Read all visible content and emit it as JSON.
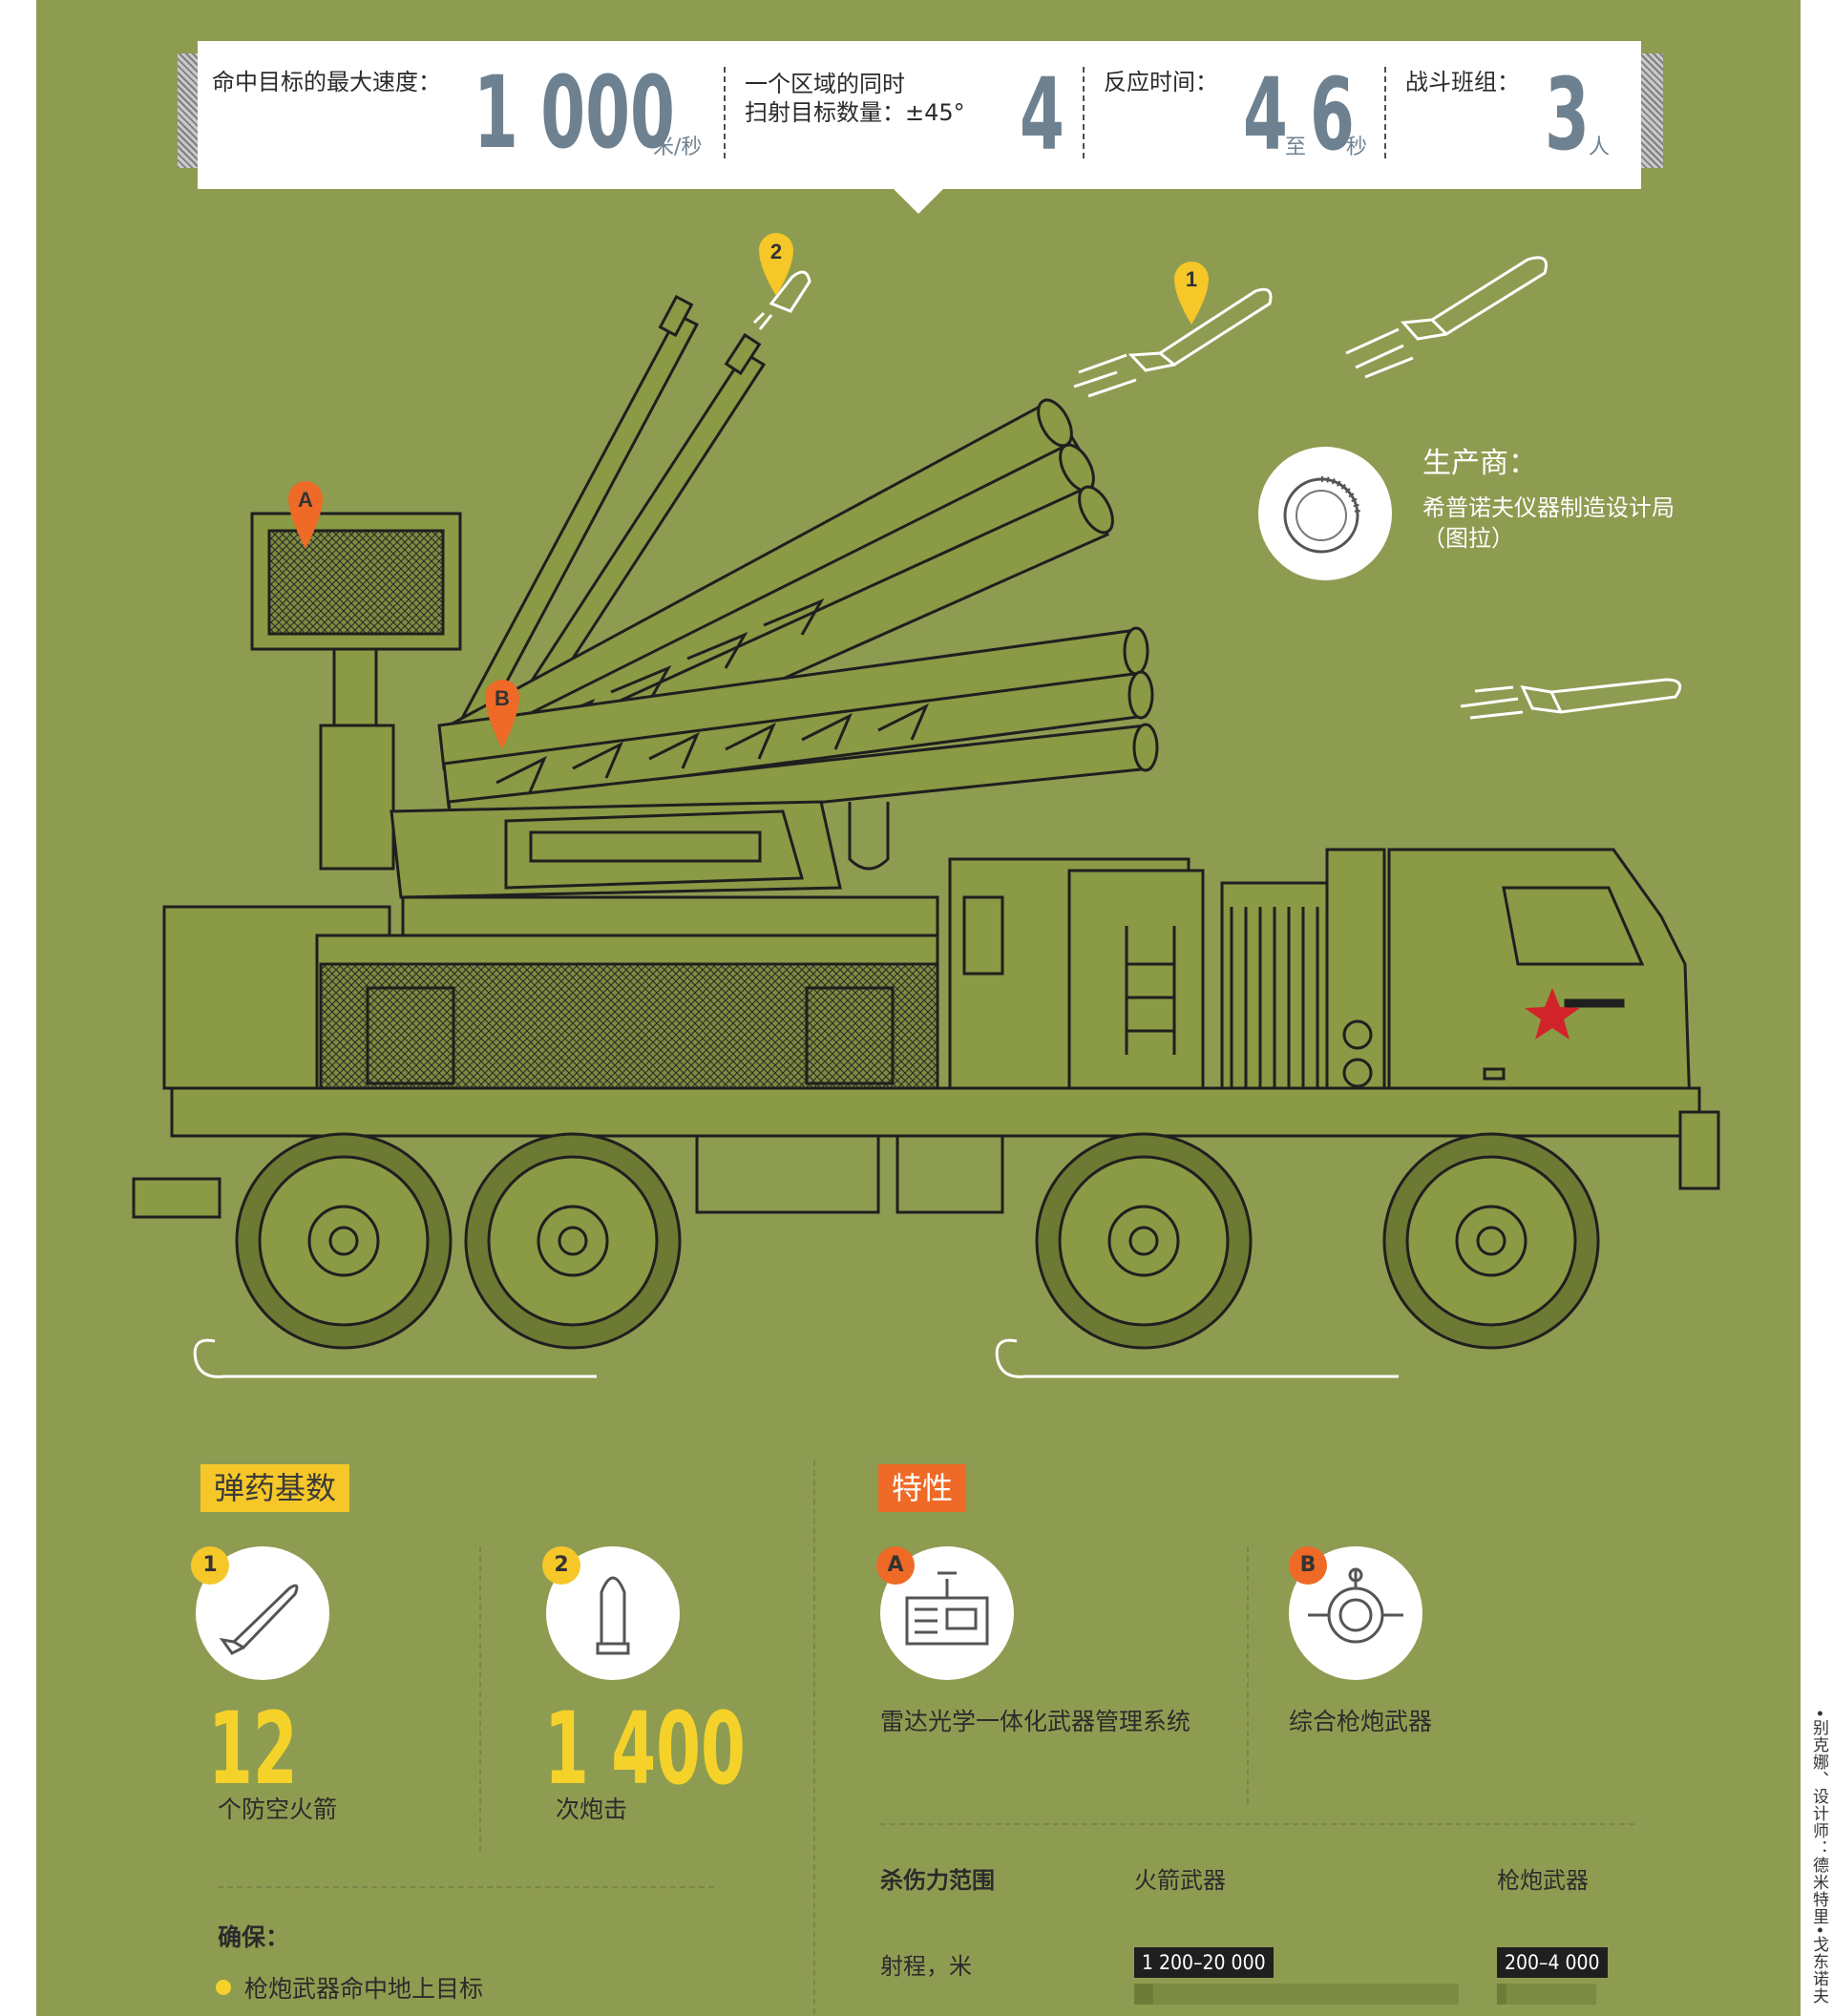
{
  "stats": {
    "speed_label": "命中目标的最大速度：",
    "speed_value": "1 000",
    "speed_unit": "米/秒",
    "targets_label_line1": "一个区域的同时",
    "targets_label_line2": "扫射目标数量：±45°",
    "targets_value": "4",
    "reaction_label": "反应时间：",
    "reaction_from": "4",
    "reaction_to_word": "至",
    "reaction_to": "6",
    "reaction_unit": "秒",
    "crew_label": "战斗班组：",
    "crew_value": "3",
    "crew_unit": "人"
  },
  "illustration": {
    "markers": {
      "a": "A",
      "b": "B",
      "one": "1",
      "two": "2"
    },
    "colors": {
      "background": "#8e9c51",
      "vehicle_fill": "#8a9a45",
      "outline": "#1f1f1f",
      "marker_orange": "#ee6a26",
      "marker_yellow": "#f5c728",
      "star": "#d2232a"
    }
  },
  "producer": {
    "title": "生产商：",
    "name_line1": "希普诺夫仪器制造设计局",
    "name_line2": "（图拉）"
  },
  "ammo": {
    "tag": "弹药基数",
    "items": [
      {
        "badge": "1",
        "icon": "rocket-icon",
        "value": "12",
        "label": "个防空火箭"
      },
      {
        "badge": "2",
        "icon": "shell-icon",
        "value": "1 400",
        "label": "次炮击"
      }
    ],
    "ensure_title": "确保：",
    "ensure_items": [
      "枪炮武器命中地上目标"
    ]
  },
  "features": {
    "tag": "特性",
    "items": [
      {
        "badge": "A",
        "icon": "radar-console-icon",
        "label": "雷达光学一体化武器管理系统"
      },
      {
        "badge": "B",
        "icon": "gun-turret-icon",
        "label": "综合枪炮武器"
      }
    ]
  },
  "kill_range": {
    "title": "杀伤力范围",
    "col_rocket": "火箭武器",
    "col_gun": "枪炮武器",
    "row_label": "射程，米",
    "rocket_range": "1 200–20 000",
    "gun_range": "200–4 000"
  },
  "credits": "•别克娜、设计师：德米特里•戈东诺夫"
}
